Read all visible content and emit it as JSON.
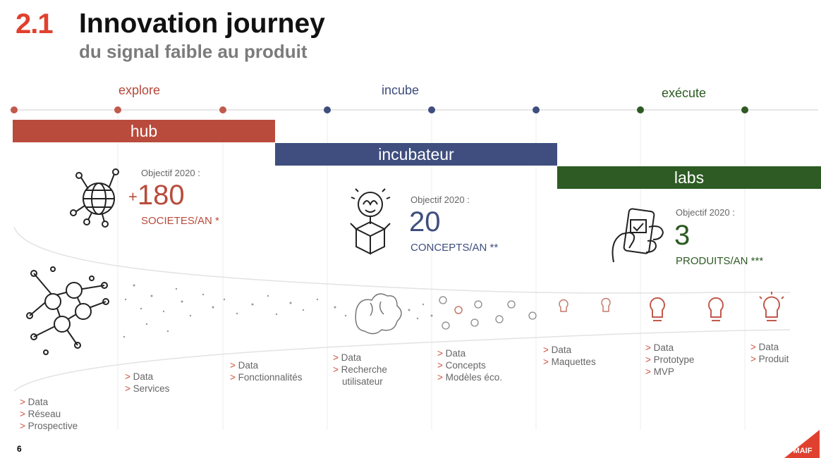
{
  "header": {
    "number": "2.1",
    "title": "Innovation journey",
    "subtitle": "du signal faible au produit"
  },
  "phases": [
    {
      "label": "explore",
      "color": "#b5483a"
    },
    {
      "label": "incube",
      "color": "#3e4c7c"
    },
    {
      "label": "exécute",
      "color": "#2c5a22"
    }
  ],
  "bands": [
    {
      "label": "hub",
      "color": "#b94b3c"
    },
    {
      "label": "incubateur",
      "color": "#3f4e7e"
    },
    {
      "label": "labs",
      "color": "#2d5b23"
    }
  ],
  "objectives": [
    {
      "label": "Objectif 2020 :",
      "prefix": "+",
      "value": "180",
      "unit": "SOCIETES/AN *",
      "color": "#b94b3c"
    },
    {
      "label": "Objectif 2020 :",
      "prefix": "",
      "value": "20",
      "unit": "CONCEPTS/AN **",
      "color": "#3f4e7e"
    },
    {
      "label": "Objectif 2020 :",
      "prefix": "",
      "value": "3",
      "unit": "PRODUITS/AN ***",
      "color": "#2d5b23"
    }
  ],
  "steps": [
    {
      "items": [
        "Data",
        "Réseau",
        "Prospective"
      ]
    },
    {
      "items": [
        "Data",
        "Services"
      ]
    },
    {
      "items": [
        "Data",
        "Fonctionnalités"
      ]
    },
    {
      "items": [
        "Data",
        "Recherche",
        "utilisateur"
      ]
    },
    {
      "items": [
        "Data",
        "Concepts",
        "Modèles éco."
      ]
    },
    {
      "items": [
        "Data",
        "Maquettes"
      ]
    },
    {
      "items": [
        "Data",
        "Prototype",
        "MVP"
      ]
    },
    {
      "items": [
        "Data",
        "Produit"
      ]
    }
  ],
  "footer": {
    "page": "6",
    "logo_text": "MAIF"
  },
  "icons": [
    "network-globe-icon",
    "people-network-icon",
    "brain-box-icon",
    "broken-brain-icon",
    "phone-check-icon",
    "lightbulb-icon",
    "lightbulb-brain-icon"
  ]
}
